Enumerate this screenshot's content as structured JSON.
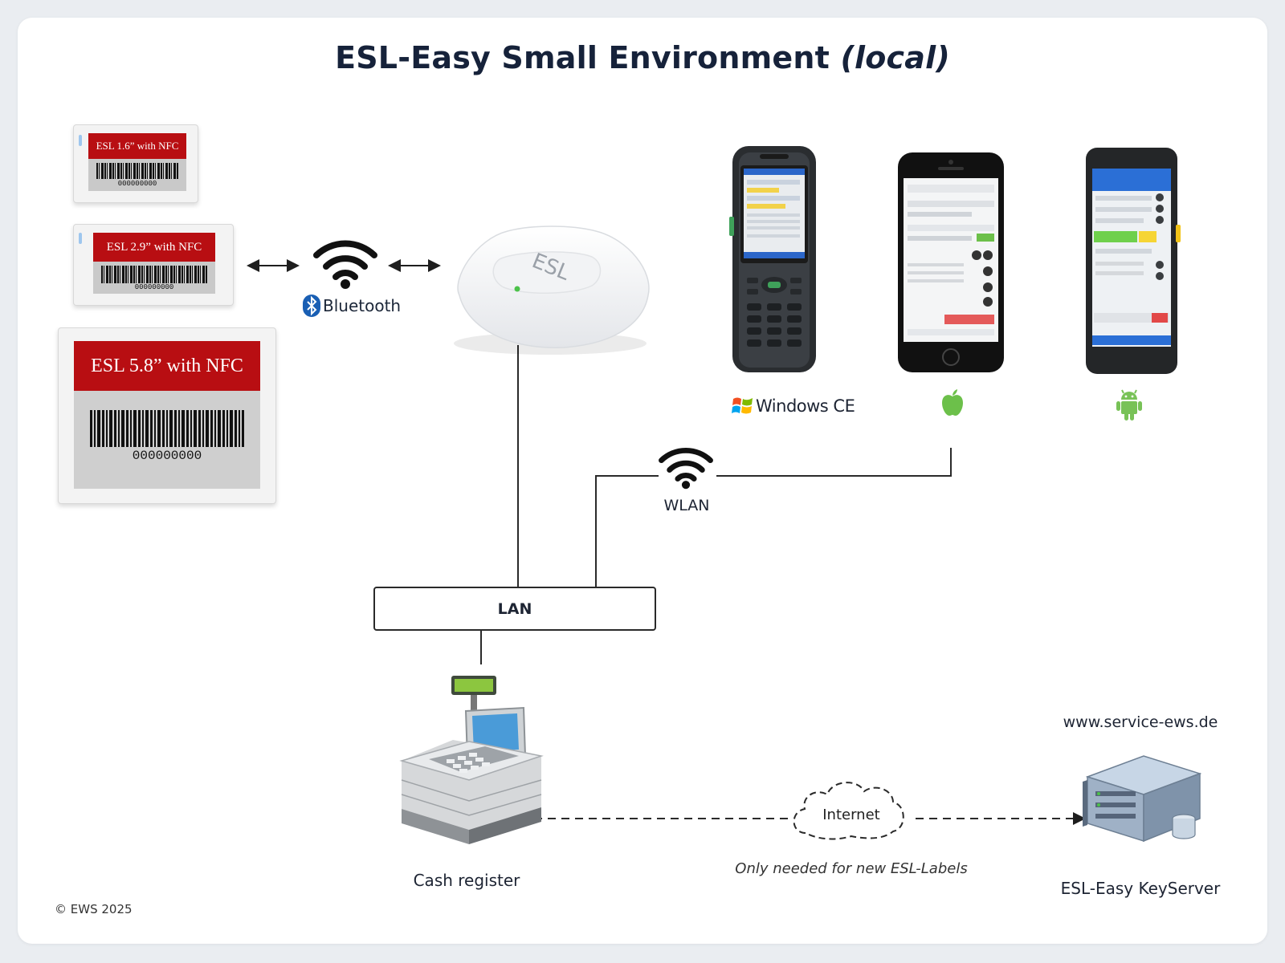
{
  "title": {
    "main": "ESL-Easy Small Environment",
    "italic": "(local)"
  },
  "esl_labels": [
    {
      "text": "ESL 1.6” with NFC",
      "code": "000000000"
    },
    {
      "text": "ESL 2.9” with NFC",
      "code": "000000000"
    },
    {
      "text": "ESL 5.8” with NFC",
      "code": "000000000"
    }
  ],
  "access_point": {
    "text": "ESL"
  },
  "bluetooth": {
    "label": "Bluetooth"
  },
  "devices": {
    "windows_ce_label": "Windows CE"
  },
  "wlan": {
    "label": "WLAN"
  },
  "lan": {
    "label": "LAN"
  },
  "cash_register": {
    "label": "Cash register"
  },
  "internet": {
    "label": "Internet",
    "note": "Only needed for new ESL-Labels"
  },
  "keyserver": {
    "url": "www.service-ews.de",
    "label": "ESL-Easy KeyServer"
  },
  "footer": {
    "copyright": "© EWS 2025"
  },
  "colors": {
    "esl_red": "#b80e12",
    "bluetooth_blue": "#1a5fb4",
    "android_green": "#78c257",
    "apple_green": "#6cc04a",
    "title_navy": "#16223a"
  },
  "icons": [
    "wifi-icon",
    "bluetooth-icon",
    "windows-logo-icon",
    "apple-logo-icon",
    "android-logo-icon",
    "cloud-icon",
    "server-icon",
    "cash-register-icon",
    "access-point-icon"
  ]
}
